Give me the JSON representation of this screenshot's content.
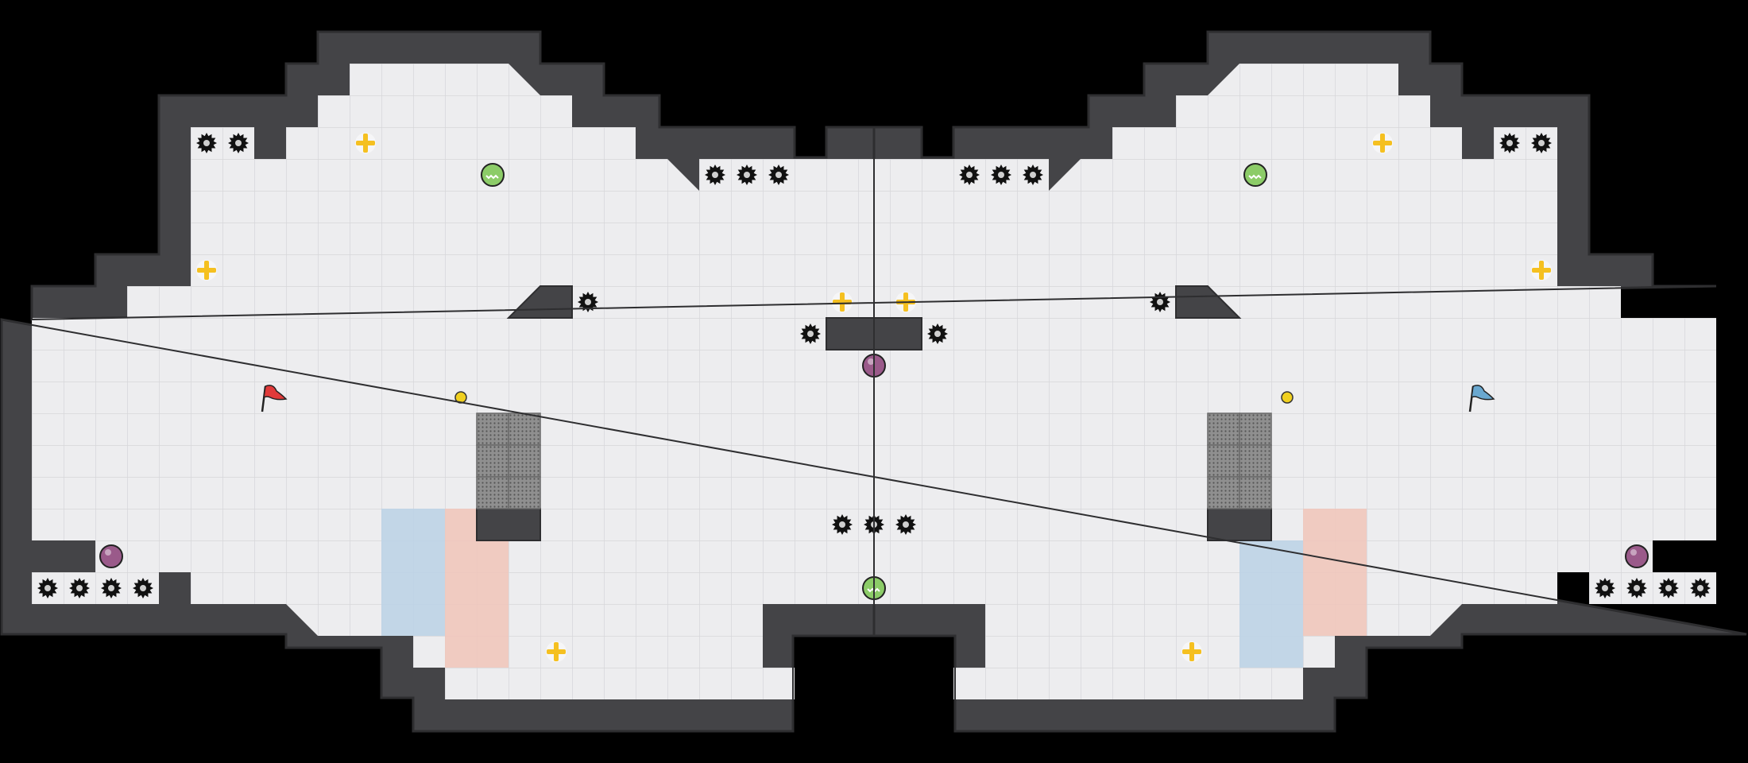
{
  "game": {
    "colors": {
      "background": "#000000",
      "wall": "#444447",
      "wall_edge": "#2e2e30",
      "floor": "#ededef",
      "grid_line": "#d6d6d9",
      "red_zone": "#efc7bb",
      "blue_zone": "#bcd3e5",
      "block_fill": "#8f8f8f",
      "block_dot": "#555555",
      "spike": "#111111",
      "boost": "#f5c020",
      "powerup_ball": "#9a5a8a",
      "bomb_ball": "#8ccc68",
      "red_flag": "#e03a3a",
      "blue_flag": "#6aa8d0",
      "flag_stand": "#f0d020"
    },
    "flags": [
      {
        "team": "red",
        "icon": "red-flag-icon"
      },
      {
        "team": "blue",
        "icon": "blue-flag-icon"
      }
    ],
    "legend": {
      "spike": "spike-icon",
      "boost": "boost-icon",
      "bomb": "bomb-icon",
      "powerup": "powerup-icon",
      "gate_block": "gate-block"
    }
  }
}
